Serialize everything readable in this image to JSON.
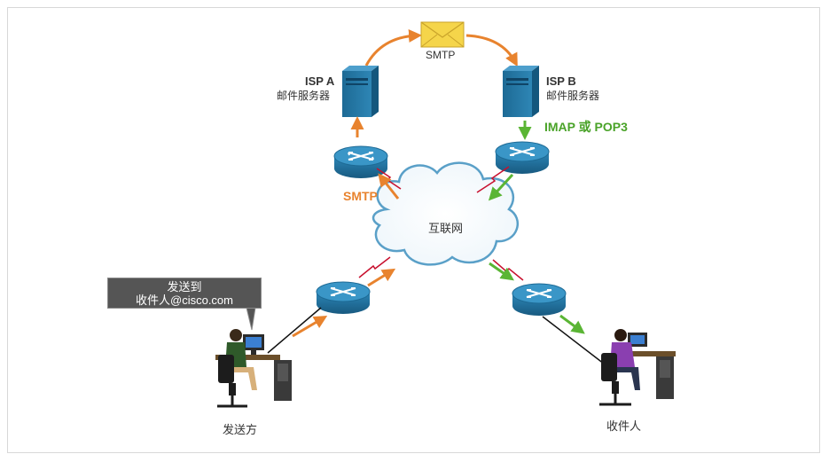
{
  "labels": {
    "smtp_top": "SMTP",
    "isp_a_title": "ISP A",
    "isp_a_sub": "邮件服务器",
    "isp_b_title": "ISP B",
    "isp_b_sub": "邮件服务器",
    "imap_pop3": "IMAP 或 POP3",
    "smtp_left": "SMTP",
    "internet": "互联网",
    "callout_line1": "发送到",
    "callout_line2": "收件人@cisco.com",
    "sender": "发送方",
    "recipient": "收件人"
  },
  "colors": {
    "orange_arrow": "#e8832e",
    "green_arrow": "#5ab534",
    "server_blue": "#1f6e99",
    "router_blue": "#2a7aa8",
    "link_red": "#c8102e",
    "cloud_outline": "#5aa0c8",
    "envelope": "#f5d54a"
  },
  "icons": [
    "envelope-icon",
    "server-icon",
    "router-icon",
    "cloud-icon",
    "person-at-desk-icon"
  ]
}
